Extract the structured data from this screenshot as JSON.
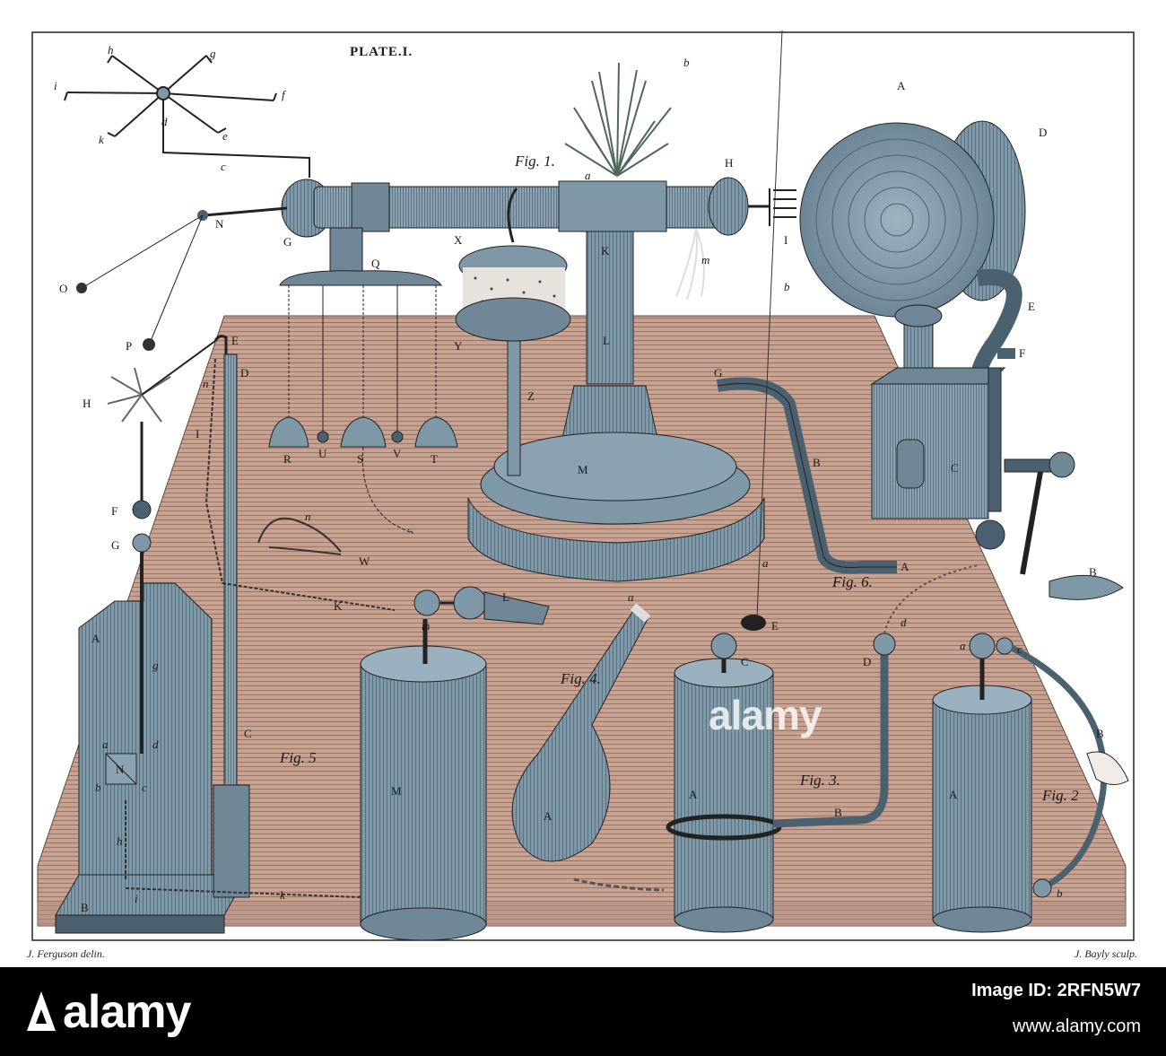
{
  "plate": {
    "title": "PLATE.I.",
    "credit_left": "J. Ferguson delin.",
    "credit_right": "J. Bayly sculp."
  },
  "figures": {
    "fig1": "Fig. 1.",
    "fig2": "Fig. 2",
    "fig3": "Fig. 3.",
    "fig4": "Fig. 4.",
    "fig5": "Fig. 5",
    "fig6": "Fig. 6."
  },
  "letters": {
    "star_h": "h",
    "star_g": "g",
    "star_i": "i",
    "star_f": "f",
    "star_k": "k",
    "star_d": "d",
    "star_e": "e",
    "star_c": "c",
    "f1_N": "N",
    "f1_O": "O",
    "f1_P": "P",
    "f1_G": "G",
    "f1_Q": "Q",
    "f1_a": "a",
    "f1_b": "b",
    "f1_H": "H",
    "f1_I": "I",
    "f1_K": "K",
    "f1_L": "L",
    "f1_M": "M",
    "f1_m": "m",
    "f1_X": "X",
    "f1_Y": "Y",
    "f1_Z": "Z",
    "f1_R": "R",
    "f1_U": "U",
    "f1_S": "S",
    "f1_V": "V",
    "f1_T": "T",
    "mach_A": "A",
    "mach_D": "D",
    "mach_E": "E",
    "mach_F": "F",
    "mach_C": "C",
    "mach_B": "B",
    "f6_G": "G",
    "f6_B": "B",
    "f6_A": "A",
    "f5_E": "E",
    "f5_D": "D",
    "f5_H": "H",
    "f5_n": "n",
    "f5_I": "I",
    "f5_F": "F",
    "f5_G": "G",
    "f5_A": "A",
    "f5_g": "g",
    "f5_a": "a",
    "f5_d": "d",
    "f5_N": "N",
    "f5_b": "b",
    "f5_c": "c",
    "f5_h": "h",
    "f5_i": "i",
    "f5_B": "B",
    "f5_C": "C",
    "f5_K": "K",
    "f5_k": "k",
    "w_n": "n",
    "w_W": "W",
    "jar_L": "L",
    "jar_m": "m",
    "jar_M": "M",
    "f4_a": "a",
    "f4_A": "A",
    "f3_b": "b",
    "f3_a": "a",
    "f3_E": "E",
    "f3_C": "C",
    "f3_A": "A",
    "f3_D": "D",
    "f3_d": "d",
    "f3_B": "B",
    "f2_a": "a",
    "f2_c": "c",
    "f2_B": "B",
    "f2_A": "A",
    "f2_b": "b"
  },
  "watermark": {
    "brand": "alamy",
    "image_id_line": "Image ID: 2RFN5W7",
    "url": "www.alamy.com"
  },
  "colors": {
    "table": "#c8a291",
    "apparatus": "#7f98a8",
    "apparatus_dark": "#4c6170",
    "ink": "#1a1a1a",
    "paper": "#ffffff"
  }
}
